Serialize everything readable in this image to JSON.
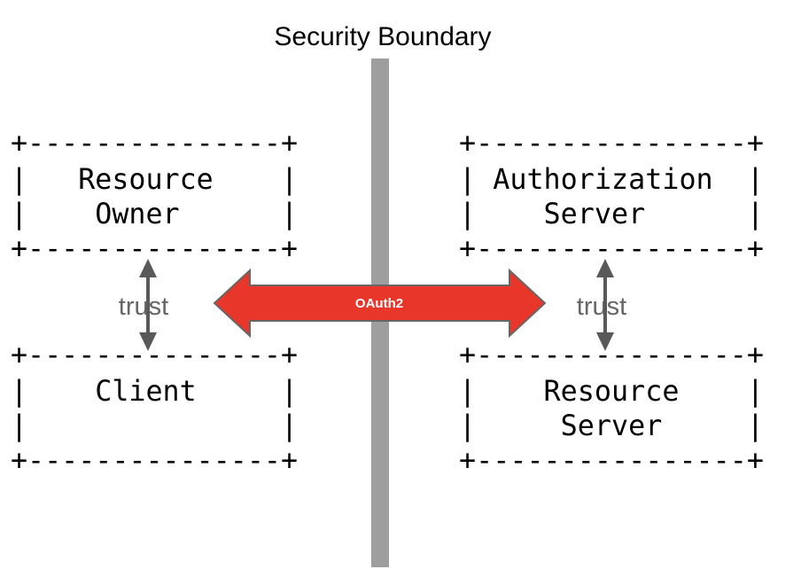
{
  "title": "Security Boundary",
  "colors": {
    "boundary": "#9e9e9e",
    "oauth_fill": "#e8372a",
    "oauth_stroke": "#666666",
    "trust_text": "#666666",
    "trust_arrow": "#595959"
  },
  "boxes": {
    "resource_owner": {
      "top": "+---------------+",
      "line1": "|   Resource    |",
      "line2": "|    Owner      |",
      "bottom": "+---------------+"
    },
    "client": {
      "top": "+---------------+",
      "line1": "|    Client     |",
      "line2": "|               |",
      "bottom": "+---------------+"
    },
    "authorization_server": {
      "top": "+----------------+",
      "line1": "| Authorization  |",
      "line2": "|    Server      |",
      "bottom": "+----------------+"
    },
    "resource_server": {
      "top": "+----------------+",
      "line1": "|    Resource    |",
      "line2": "|     Server     |",
      "bottom": "+----------------+"
    }
  },
  "trust_left": "trust",
  "trust_right": "trust",
  "oauth_label": "OAuth2"
}
